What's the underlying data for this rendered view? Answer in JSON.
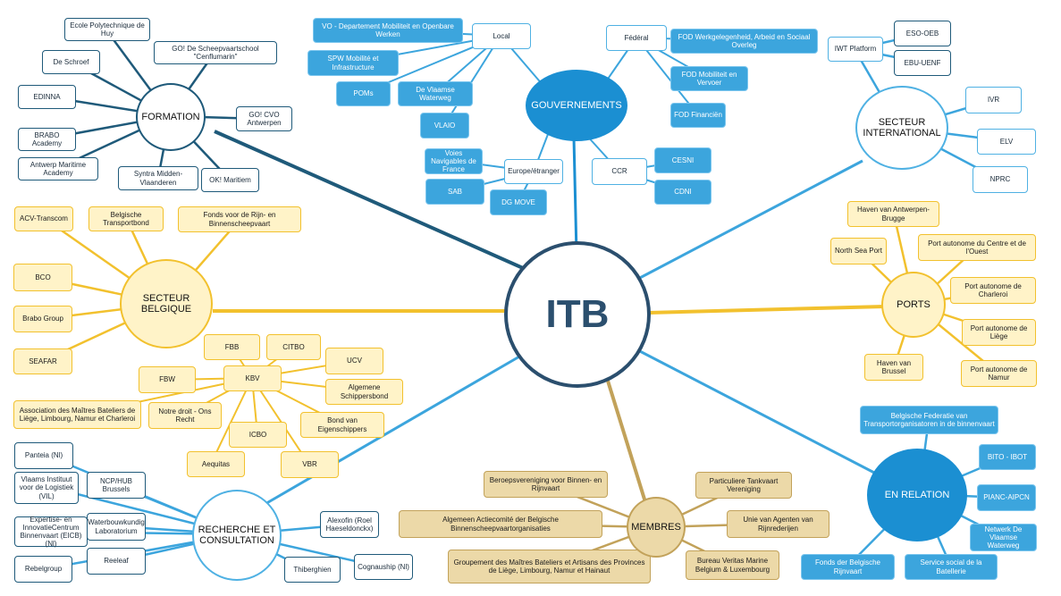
{
  "center": {
    "label": "ITB"
  },
  "colors": {
    "dark_blue": "#1f5a7a",
    "light_blue": "#3ca5dd",
    "yellow": "#f2c12e",
    "gold": "#c2a25a",
    "center": "#2b4f6e"
  },
  "formation": {
    "hub": "FORMATION",
    "items": [
      "Ecole Polytechnique de Huy",
      "GO! De Scheepvaartschool \"Cenflumarin\"",
      "De Schroef",
      "EDINNA",
      "BRABO Academy",
      "Antwerp Maritime Academy",
      "Syntra Midden-Vlaanderen",
      "OK! Maritiem",
      "GO! CVO Antwerpen"
    ]
  },
  "gouvernements": {
    "hub": "GOUVERNEMENTS",
    "local": {
      "label": "Local",
      "items": [
        "VO - Departement Mobiliteit en Openbare Werken",
        "SPW Mobilité et Infrastructure",
        "POMs",
        "De Vlaamse Waterweg",
        "VLAIO"
      ]
    },
    "federal": {
      "label": "Fédéral",
      "items": [
        "FOD Werkgelegenheid, Arbeid en Sociaal Overleg",
        "FOD Mobiliteit en Vervoer",
        "FOD Financiën"
      ]
    },
    "europe": {
      "label": "Europe/étranger",
      "items": [
        "Voies Navigables de France",
        "SAB",
        "DG MOVE"
      ]
    },
    "ccr": {
      "label": "CCR",
      "items": [
        "CESNI",
        "CDNI"
      ]
    }
  },
  "international": {
    "hub": "SECTEUR INTERNATIONAL",
    "iwt": {
      "label": "IWT Platform",
      "items": [
        "ESO-OEB",
        "EBU-UENF"
      ]
    },
    "items": [
      "IVR",
      "ELV",
      "NPRC"
    ]
  },
  "belgique": {
    "hub": "SECTEUR BELGIQUE",
    "items": [
      "ACV-Transcom",
      "Belgische Transportbond",
      "Fonds voor de Rijn- en Binnenscheepvaart",
      "BCO",
      "Brabo Group",
      "SEAFAR"
    ]
  },
  "ports": {
    "hub": "PORTS",
    "items": [
      "Haven van Antwerpen-Brugge",
      "North Sea Port",
      "Port autonome du Centre et de l'Ouest",
      "Port autonome de Charleroi",
      "Port autonome de Liège",
      "Haven van Brussel",
      "Port autonome de Namur"
    ]
  },
  "kbv": {
    "label": "KBV",
    "items": [
      "FBB",
      "CITBO",
      "UCV",
      "FBW",
      "Algemene Schippersbond",
      "Association des Maîtres Bateliers de Liège, Limbourg, Namur et Charleroi",
      "Notre droit - Ons Recht",
      "Bond van Eigenschippers",
      "ICBO",
      "Aequitas",
      "VBR"
    ]
  },
  "recherche": {
    "hub": "RECHERCHE ET CONSULTATION",
    "items": [
      "Panteia (Nl)",
      "Vlaams Instituut voor de Logistiek (VIL)",
      "NCP/HUB Brussels",
      "Expertise- en InnovatieCentrum Binnenvaart (EICB) (Nl)",
      "Waterbouwkundig Laboratorium",
      "Reeleaf",
      "Rebelgroup",
      "Alexofin (Roel Haeseldonckx)",
      "Thiberghien",
      "Cognauship (Nl)"
    ]
  },
  "membres": {
    "hub": "MEMBRES",
    "items": [
      "Beroepsvereniging voor Binnen- en Rijnvaart",
      "Particuliere Tankvaart Vereniging",
      "Algemeen Actiecomité der Belgische Binnenscheepvaartorganisaties",
      "Unie van Agenten van Rijnrederijen",
      "Groupement des Maîtres Bateliers et Artisans des Provinces de Liège, Limbourg, Namur et Hainaut",
      "Bureau Veritas Marine Belgium & Luxembourg"
    ]
  },
  "relation": {
    "hub": "EN RELATION",
    "items": [
      "Belgische Federatie van Transportorganisatoren in de binnenvaart",
      "BITO - IBOT",
      "PIANC-AIPCN",
      "Netwerk De Vlaamse Waterweg",
      "Fonds der Belgische Rijnvaart",
      "Service social de la Batellerie"
    ]
  }
}
